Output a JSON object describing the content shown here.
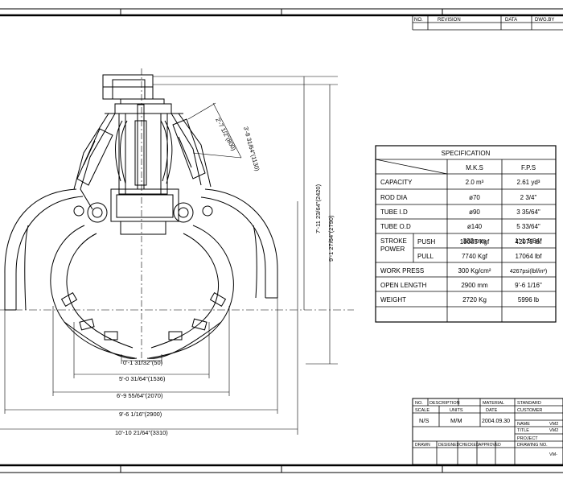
{
  "revision": {
    "no": "NO.",
    "revision": "REVISION",
    "data": "DATA",
    "dwgby": "DWG.BY"
  },
  "spec": {
    "title": "SPECIFICATION",
    "col_mks": "M.K.S",
    "col_fps": "F.P.S",
    "rows": [
      {
        "label": "CAPACITY",
        "mks": "2.0 m³",
        "fps": "2.61 yd³"
      },
      {
        "label": "ROD DIA",
        "mks": "ø70",
        "fps": "2 3/4\""
      },
      {
        "label": "TUBE I.D",
        "mks": "ø90",
        "fps": "3 35/64\""
      },
      {
        "label": "TUBE O.D",
        "mks": "ø140",
        "fps": "5 33/64\""
      },
      {
        "label": "STROKE",
        "mks": "332 mm",
        "fps": "1'-1 5/64\""
      }
    ],
    "power_label": "POWER",
    "push_label": "PUSH",
    "push_mks": "19085 Kgf",
    "push_fps": "42075 lbf",
    "pull_label": "PULL",
    "pull_mks": "7740 Kgf",
    "pull_fps": "17064 lbf",
    "rows2": [
      {
        "label": "WORK PRESS",
        "mks": "300 Kg/cm²",
        "fps": "4267psi(lbf/in²)"
      },
      {
        "label": "OPEN LENGTH",
        "mks": "2900 mm",
        "fps": "9'-6 1/16\""
      },
      {
        "label": "WEIGHT",
        "mks": "2720 Kg",
        "fps": "5996 lb"
      }
    ]
  },
  "dims": {
    "d50": "0'-1 31/32\"(50)",
    "d1536": "5'-0 31/64\"(1536)",
    "d2070": "6'-9 55/64\"(2070)",
    "d2900": "9'-6 1/16\"(2900)",
    "d3310": "10'-10 21/64\"(3310)",
    "d2420": "7'-11 23/64\"(2420)",
    "d2790": "9'-1 27/64\"(2790)",
    "d800": "2'-7 1/2\"(800)",
    "d1130": "3'-8 31/64\"(1130)"
  },
  "title_block": {
    "no": "NO.",
    "description": "DESCRIPTION",
    "material": "MATERIAL",
    "standard": "STANDARD",
    "scale_label": "SCALE",
    "units_label": "UNITS",
    "date_label": "DATE",
    "customer_label": "CUSTOMER",
    "scale": "N/S",
    "units": "M/M",
    "date": "2004.09.30",
    "name_label": "NAME",
    "name_value": "VM2",
    "title_label": "TITLE",
    "title_value": "VM2",
    "project_label": "PROJECT",
    "drawn": "DRAWN",
    "designed": "DESIGNED",
    "checked": "CHECKED",
    "approved": "APPROVED",
    "drawing_no_label": "DRAWING NO.",
    "drawing_no": "VM-"
  }
}
